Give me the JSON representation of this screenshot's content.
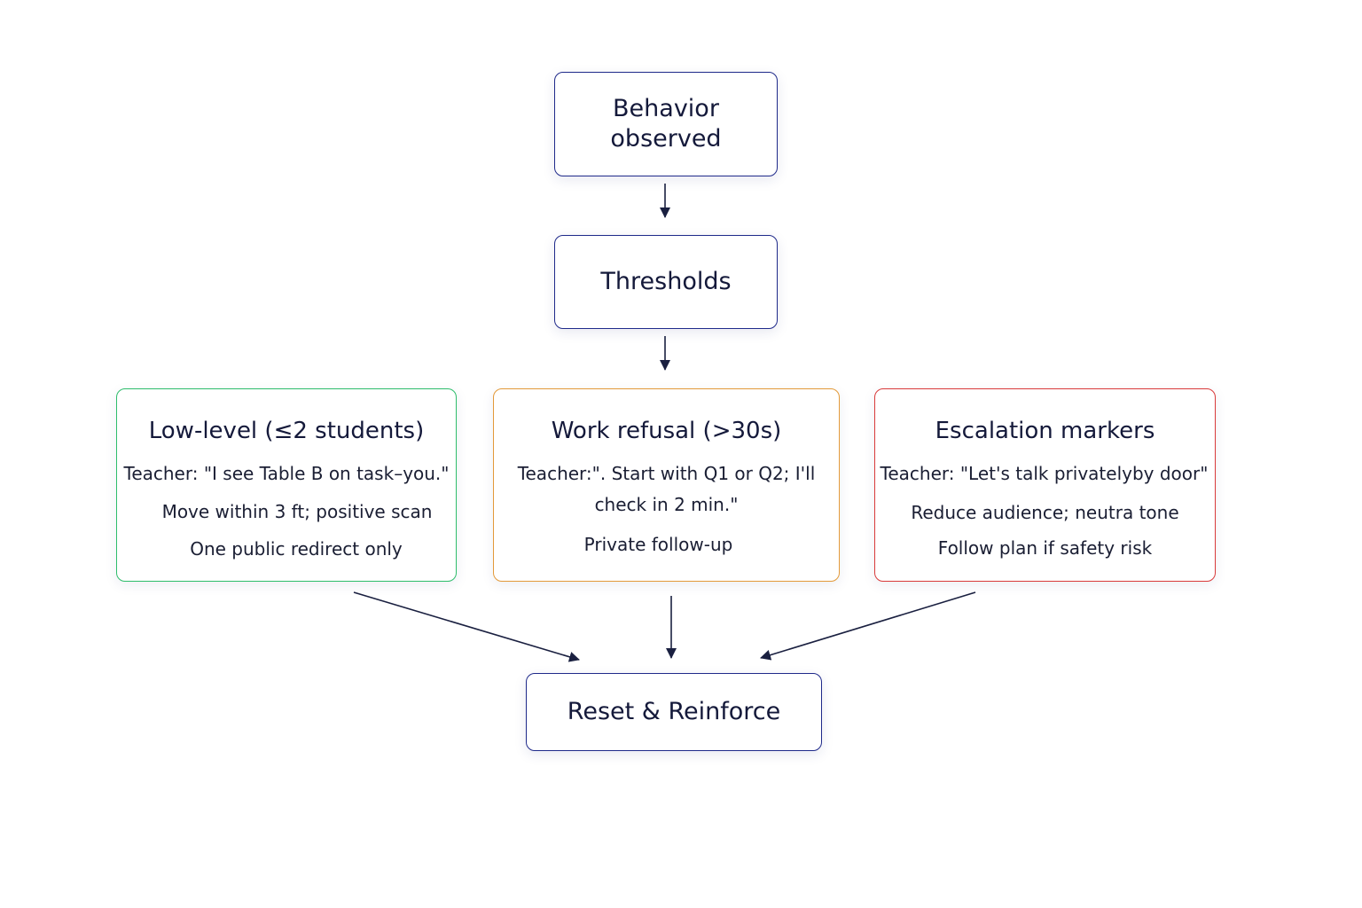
{
  "colors": {
    "primary": "#1f2a8a",
    "low": "#2ebd6b",
    "refusal": "#e39a3a",
    "escalation": "#d93a3a",
    "arrow": "#1a2040"
  },
  "nodes": {
    "behavior": "Behavior\nobserved",
    "thresholds": "Thresholds",
    "reset": "Reset & Reinforce"
  },
  "branches": [
    {
      "title": "Low-level (≤2 students)",
      "color": "#2ebd6b",
      "lines": [
        "Teacher: \"I see Table B on task–you.\"",
        "Move within 3 ft; positive scan",
        "One public redirect only"
      ]
    },
    {
      "title": "Work refusal (>30s)",
      "color": "#e39a3a",
      "lines": [
        "Teacher:\". Start with Q1 or Q2; I'll",
        "check in 2 min.\"",
        "Private follow-up"
      ]
    },
    {
      "title": "Escalation markers",
      "color": "#d93a3a",
      "lines": [
        "Teacher: \"Let's talk privatelyby door\"",
        "Reduce audience; neutra tone",
        "Follow plan if safety risk"
      ]
    }
  ]
}
